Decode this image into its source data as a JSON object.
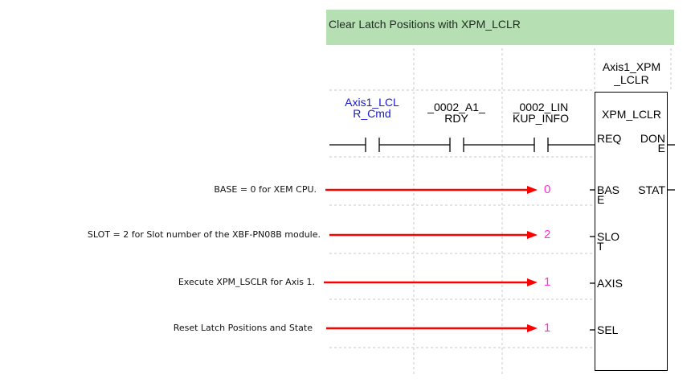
{
  "comment": "Clear Latch Positions with XPM_LCLR",
  "contacts": [
    {
      "line1": "Axis1_LCL",
      "line2": "R_Cmd"
    },
    {
      "line1": "_0002_A1_",
      "line2": "RDY"
    },
    {
      "line1": "_0002_LIN",
      "line2": "KUP_INFO"
    }
  ],
  "function_block": {
    "instance_line1": "Axis1_XPM",
    "instance_line2": "_LCLR",
    "type": "XPM_LCLR",
    "inputs": [
      {
        "line1": "REQ",
        "line2": ""
      },
      {
        "line1": "BAS",
        "line2": "E"
      },
      {
        "line1": "SLO",
        "line2": "T"
      },
      {
        "line1": "AXIS",
        "line2": ""
      },
      {
        "line1": "SEL",
        "line2": ""
      }
    ],
    "outputs": [
      {
        "line1": "DON",
        "line2": "E"
      },
      {
        "line1": "STAT",
        "line2": ""
      }
    ]
  },
  "constants": [
    "0",
    "2",
    "1",
    "1"
  ],
  "annotations": [
    "BASE = 0 for XEM CPU.",
    "SLOT = 2 for Slot number of the XBF-PN08B module.",
    "Execute XPM_LSCLR for Axis 1.",
    "Reset Latch Positions and State"
  ],
  "colors": {
    "comment_bg": "#b7dfb4",
    "contact_label": "#1a1acc",
    "constant": "#ff2fd5",
    "arrow": "#ff0000"
  }
}
